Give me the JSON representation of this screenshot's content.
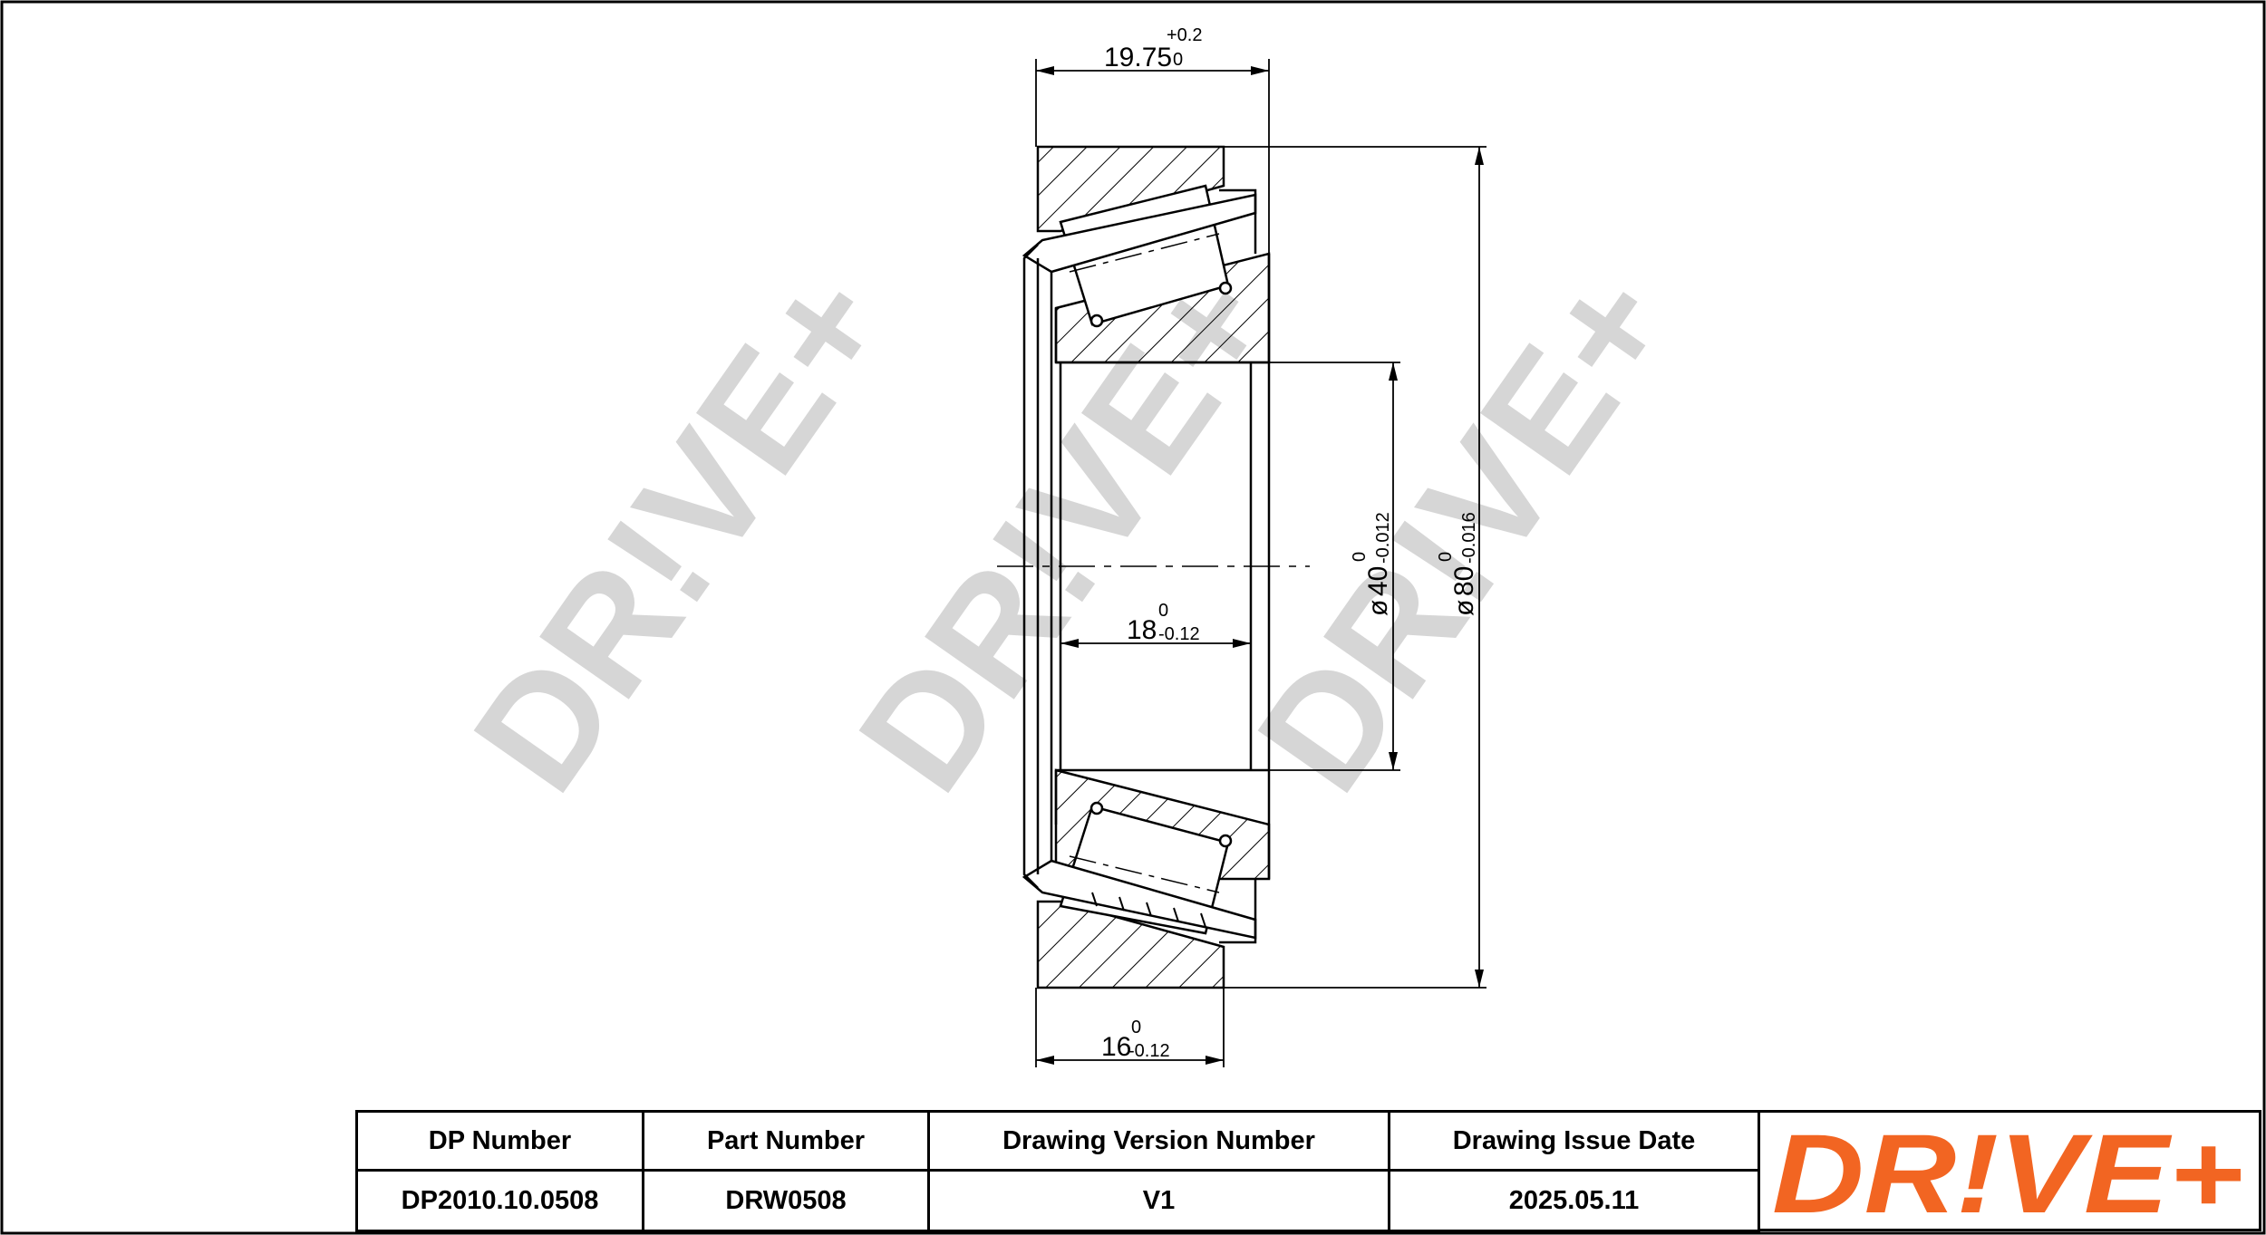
{
  "watermark": {
    "text": "DR!VE+"
  },
  "dimensions": {
    "top_width": {
      "nominal": "19.75",
      "upper": "+0.2",
      "lower": "0"
    },
    "inner_width": {
      "nominal": "18",
      "upper": "0",
      "lower": "-0.12"
    },
    "bottom_width": {
      "nominal": "16",
      "upper": "0",
      "lower": "-0.12"
    },
    "bore_diameter": {
      "symbol": "ø",
      "nominal": "40",
      "upper": "0",
      "lower": "-0.012"
    },
    "outer_diameter": {
      "symbol": "ø",
      "nominal": "80",
      "upper": "0",
      "lower": "-0.016"
    }
  },
  "title_block": {
    "headers": [
      "DP Number",
      "Part Number",
      "Drawing Version Number",
      "Drawing Issue Date"
    ],
    "values": [
      "DP2010.10.0508",
      "DRW0508",
      "V1",
      "2025.05.11"
    ],
    "logo_text": "DR!VE+",
    "logo_color": "#f26522"
  }
}
